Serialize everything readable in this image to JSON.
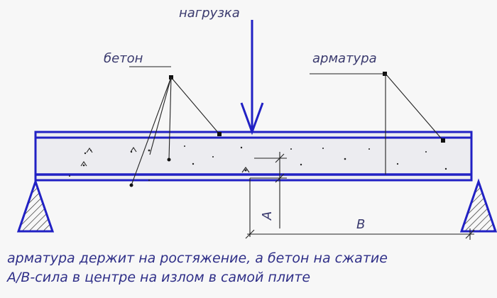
{
  "labels": {
    "load": "нагрузка",
    "concrete": "бетон",
    "rebar": "арматура",
    "dim_a": "А",
    "dim_b": "В"
  },
  "caption": {
    "line1": "арматура держит на ростяжение, а бетон на сжатие",
    "line2": "А/В-сила в центре на излом в самой плите"
  },
  "colors": {
    "outline": "#2121c4",
    "leader": "#222222",
    "text": "#3a3a6e",
    "background": "#f7f7f7"
  }
}
